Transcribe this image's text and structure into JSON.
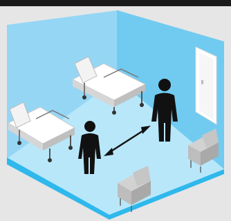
{
  "scene": {
    "subject": "isometric-hospital-room",
    "beds": 2,
    "people": 2,
    "chairs": 2
  },
  "colors": {
    "background": "#e6e6e6",
    "top_bar": "#1a1a1a",
    "wall_left": "#8fd3f4",
    "wall_back": "#6ecbf1",
    "floor": "#b7e7fa",
    "edge": "#29b6ec",
    "figure": "#111111"
  },
  "icons": [
    "hospital-bed-icon",
    "person-icon",
    "armchair-icon",
    "door-icon",
    "distance-arrow-icon"
  ]
}
